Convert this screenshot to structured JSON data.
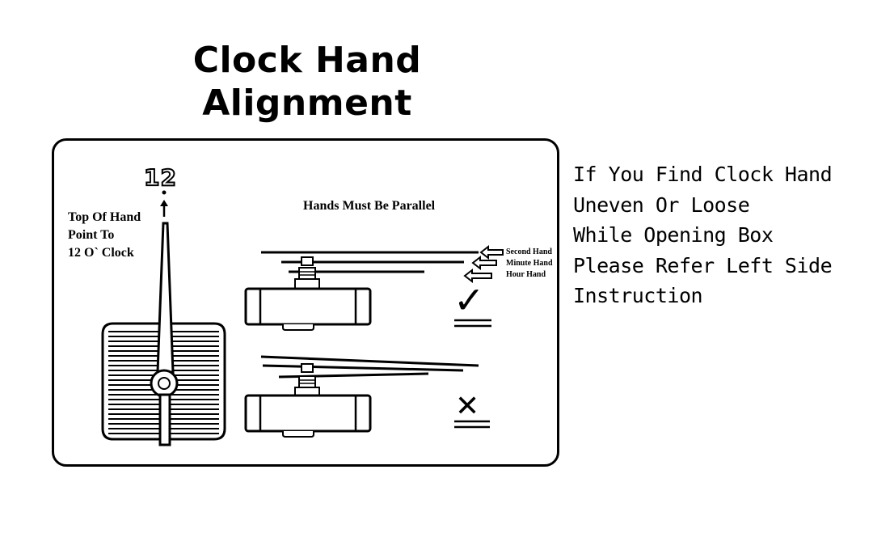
{
  "title": {
    "line1": "Clock Hand",
    "line2": "Alignment"
  },
  "diagram": {
    "twelve_label": "12",
    "top_of_hand_note": {
      "line1": "Top Of Hand",
      "line2": "Point To",
      "line3": "12 O` Clock"
    },
    "parallel_heading": "Hands Must Be Parallel",
    "hand_labels": {
      "second": "Second Hand",
      "minute": "Minute Hand",
      "hour": "Hour Hand"
    },
    "correct_mark": "✓",
    "incorrect_mark": "✕"
  },
  "side_note": {
    "lines": [
      "If You Find Clock Hand",
      "Uneven Or Loose",
      "While Opening Box",
      "Please Refer Left Side",
      "Instruction"
    ]
  }
}
